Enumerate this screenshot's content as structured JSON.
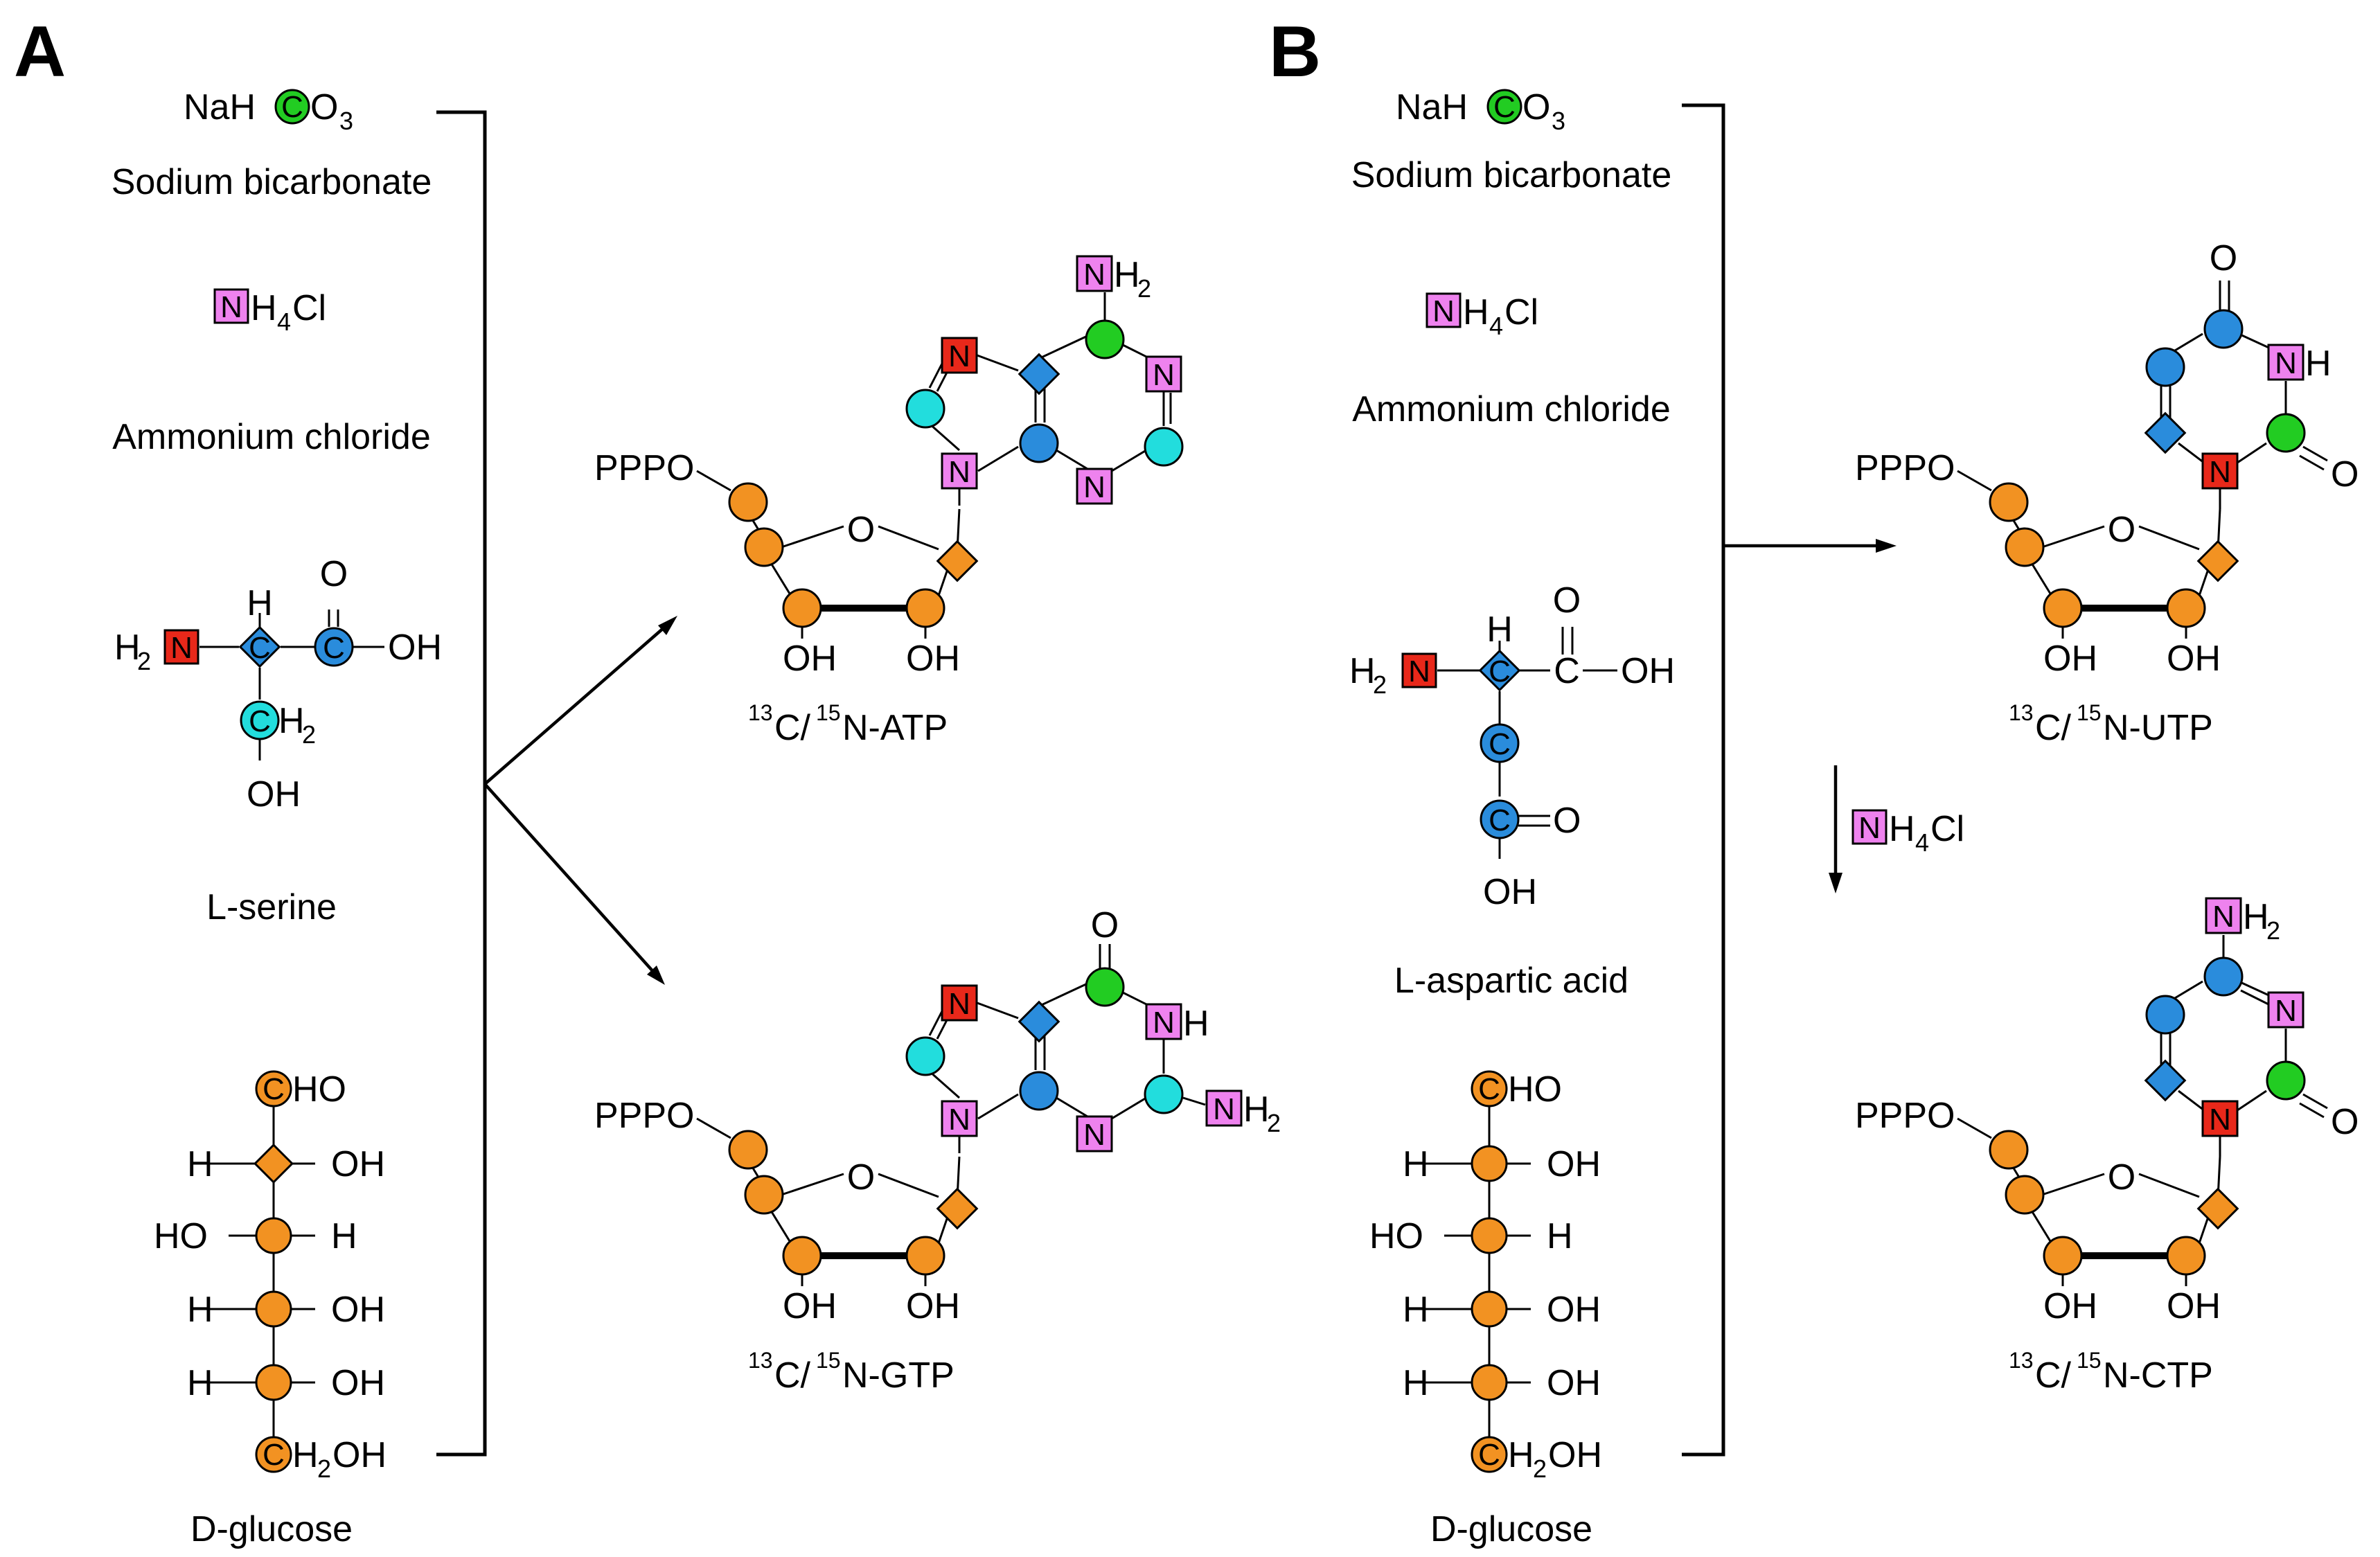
{
  "panels": {
    "a": "A",
    "b": "B"
  },
  "colors": {
    "nitrogen_pink": "#ee82ee",
    "nitrogen_red": "#e8281a",
    "carbon_green": "#22cc22",
    "carbon_blue": "#2a8cdc",
    "carbon_cyan": "#22dddd",
    "carbon_orange": "#f29222"
  },
  "atoms": {
    "C": "C",
    "N": "N",
    "O": "O"
  },
  "groups": {
    "H": "H",
    "OH": "OH",
    "HO": "HO",
    "PPPO": "PPPO",
    "H2N": "H",
    "NH": "H",
    "NH2": "H",
    "CHO": "HO"
  },
  "subs": {
    "two": "2",
    "three": "3",
    "four": "4"
  },
  "compounds": {
    "bicarb_formula": "NaH",
    "bicarb_formula_tail": "O",
    "bicarb_name": "Sodium bicarbonate",
    "ammonium_formula": "H",
    "ammonium_formula_tail": "Cl",
    "ammonium_name": "Ammonium chloride",
    "serine_name": "L-serine",
    "aspartic_name": "L-aspartic acid",
    "glucose_name": "D-glucose",
    "glucose_tail": "H",
    "glucose_tail2": "OH"
  },
  "products": {
    "label_prefix": "C/",
    "sup13": "13",
    "sup15": "15",
    "atp": "N-ATP",
    "gtp": "N-GTP",
    "utp": "N-UTP",
    "ctp": "N-CTP"
  },
  "reagent_arrow": {
    "formula": "H",
    "formula_tail": "Cl"
  }
}
